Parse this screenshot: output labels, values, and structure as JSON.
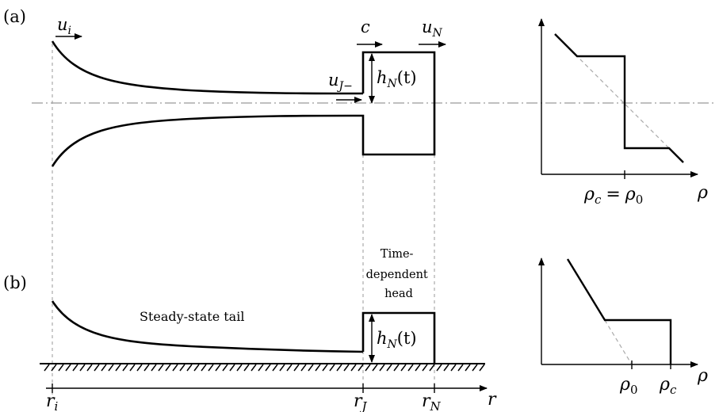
{
  "panel_a": {
    "label": "(a)",
    "u_i": {
      "base": "u",
      "sub": "i"
    },
    "c": "c",
    "u_N": {
      "base": "u",
      "sub": "N"
    },
    "u_J": {
      "base": "u",
      "sub": "J−"
    },
    "h_N": {
      "base": "h",
      "sub": "N",
      "arg": "(t)"
    },
    "graph": {
      "x_label": "ρ",
      "tick_label": "ρ",
      "tick_sub_c": "c",
      "equals": "=",
      "tick_sub_0": "0"
    }
  },
  "panel_b": {
    "label": "(b)",
    "tail_label": "Steady-state tail",
    "head_label": [
      "Time-",
      "dependent",
      "head"
    ],
    "h_N": {
      "base": "h",
      "sub": "N",
      "arg": "(t)"
    },
    "graph": {
      "x_label": "ρ",
      "tick1": {
        "base": "ρ",
        "sub": "0"
      },
      "tick2": {
        "base": "ρ",
        "sub": "c"
      }
    }
  },
  "axis": {
    "r_i": {
      "base": "r",
      "sub": "i"
    },
    "r_J": {
      "base": "r",
      "sub": "J"
    },
    "r_N": {
      "base": "r",
      "sub": "N"
    },
    "r": "r"
  }
}
